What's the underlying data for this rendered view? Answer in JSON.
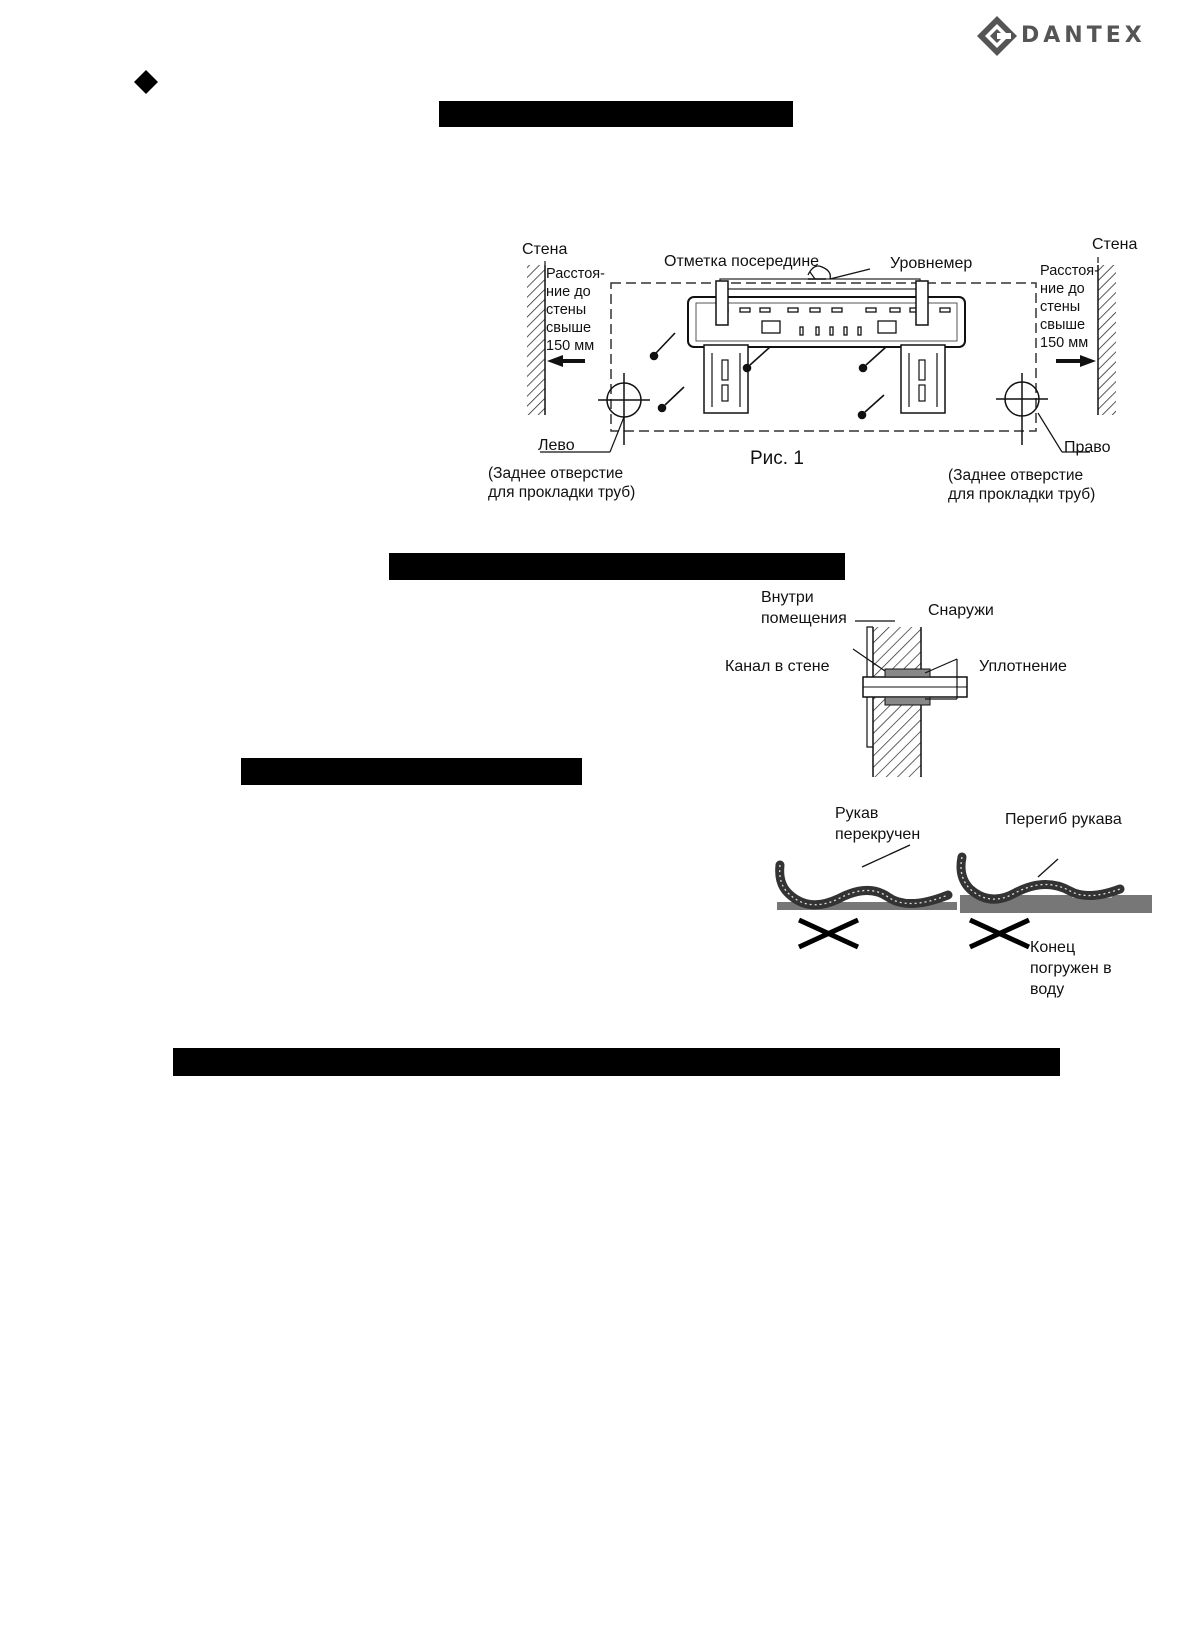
{
  "header": {
    "brand": "DANTEX",
    "colors": {
      "brand_gray": "#555555",
      "redaction_black": "#000000"
    },
    "logo_icon": "dantex-diamond-logo-icon",
    "bullet_icon": "black-diamond-bullet-icon"
  },
  "figure1": {
    "wall_left": "Стена",
    "wall_right": "Стена",
    "center_mark": "Отметка посередине",
    "level_gauge": "Уровнемер",
    "distance_left": [
      "Расстоя-",
      "ние до",
      "стены",
      "свыше",
      "150 мм"
    ],
    "distance_right": [
      "Расстоя-",
      "ние до",
      "стены",
      "свыше",
      "150 мм"
    ],
    "left": "Лево",
    "right": "Право",
    "caption": "Рис. 1",
    "rear_hole_left": [
      "(Заднее отверстие",
      "для прокладки труб)"
    ],
    "rear_hole_right": [
      "(Заднее отверстие",
      "для прокладки труб)"
    ]
  },
  "figure2": {
    "inside": [
      "Внутри",
      "помещения"
    ],
    "outside": "Снаружи",
    "wall_channel": "Канал в стене",
    "seal": "Уплотнение"
  },
  "figure3": {
    "hose_twisted": [
      "Рукав",
      "перекручен"
    ],
    "hose_bend": "Перегиб рукава",
    "end_in_water": [
      "Конец",
      "погружен в",
      "воду"
    ]
  }
}
